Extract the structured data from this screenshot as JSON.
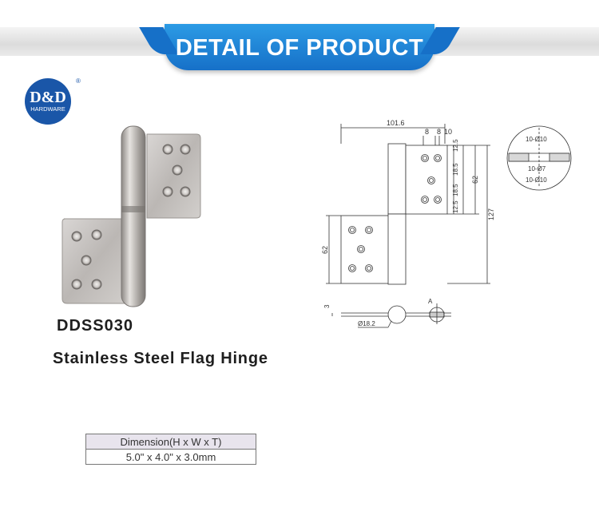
{
  "banner": {
    "title": "DETAIL OF PRODUCT"
  },
  "logo": {
    "text": "D&D",
    "sub": "HARDWARE",
    "mark": "®",
    "color": "#1a56a8"
  },
  "product": {
    "model": "DDSS030",
    "name": "Stainless Steel Flag Hinge"
  },
  "dimension_table": {
    "header": "Dimension(H x W x T)",
    "value": "5.0\" x 4.0\" x 3.0mm"
  },
  "drawing": {
    "dims": {
      "width": "101.6",
      "hole_a": "8",
      "hole_b": "8",
      "hole_c": "10",
      "top": "12.5",
      "mid1": "18.5",
      "mid2": "18.5",
      "low": "12.5",
      "right_62": "62",
      "total": "127",
      "left_62": "62",
      "thickness": "3",
      "pin": "Ø18.2",
      "section": "A",
      "detail_outer": "10-Ø10",
      "detail_inner": "10-Ø7",
      "detail_bottom": "10-Ø10"
    }
  },
  "colors": {
    "banner": "#1e84d6",
    "accent": "#1a56a8"
  }
}
